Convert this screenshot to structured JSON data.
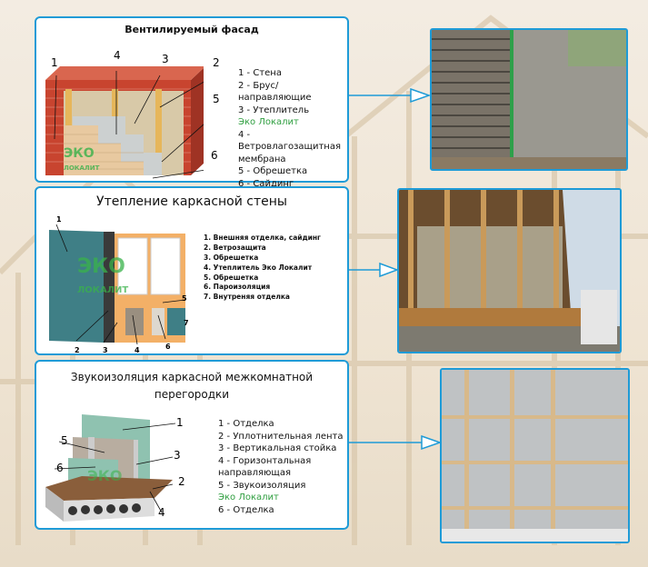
{
  "panels": [
    {
      "title": "Вентилируемый фасад",
      "legend": [
        "1 - Стена",
        "2 - Брус/направляющие",
        "3 - Утеплитель",
        "Эко Локалит",
        "4 - Ветровлагозащитная",
        "мембрана",
        "5 - Обрешетка",
        "6 - Сайдинг"
      ],
      "callouts": [
        "1",
        "2",
        "3",
        "4",
        "5",
        "6"
      ]
    },
    {
      "title": "Утепление каркасной стены",
      "legend": [
        "1. Внешняя отделка, сайдинг",
        "2. Ветрозащита",
        "3. Обрешетка",
        "4. Утеплитель Эко Локалит",
        "5. Обрешетка",
        "6. Пароизоляция",
        "7. Внутреняя отделка"
      ],
      "callouts": [
        "1",
        "2",
        "3",
        "4",
        "5",
        "6",
        "7"
      ]
    },
    {
      "title_line1": "Звукоизоляция каркасной межкомнатной",
      "title_line2": "перегородки",
      "legend": [
        "1 - Отделка",
        "2 - Уплотнительная лента",
        "3 - Вертикальная стойка",
        "4 - Горизонтальная",
        "направляющая",
        "5 - Звукоизоляция",
        "Эко Локалит",
        "6 - Отделка"
      ],
      "callouts": [
        "1",
        "2",
        "3",
        "4",
        "5",
        "6"
      ]
    }
  ],
  "logo": {
    "line1": "ЭКО",
    "line2": "ЛОКАЛИТ"
  },
  "colors": {
    "accent": "#1e9bd7",
    "brand_green": "#2e9e3f"
  }
}
